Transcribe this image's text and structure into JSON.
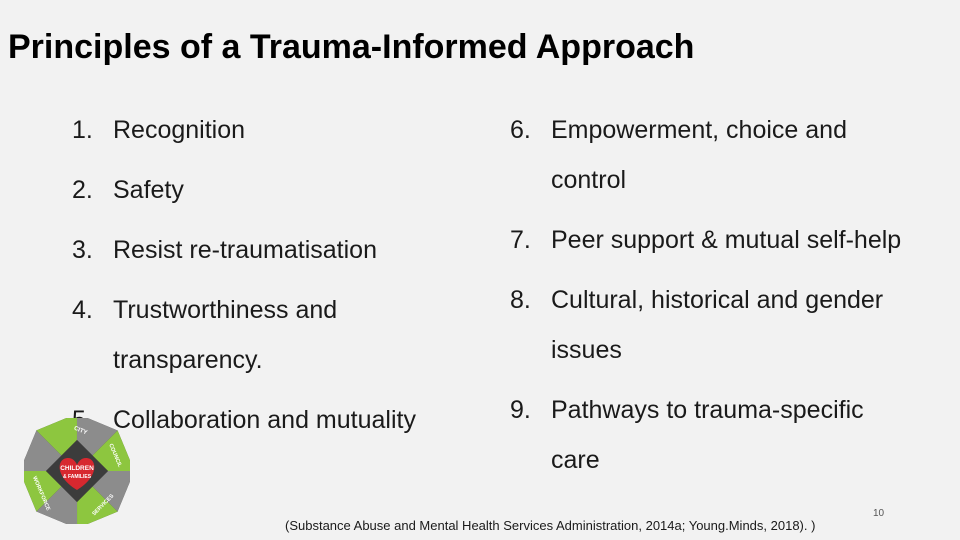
{
  "slide": {
    "title": "Principles of a Trauma-Informed Approach",
    "left_items": [
      {
        "num": "1.",
        "text": "Recognition"
      },
      {
        "num": "2.",
        "text": "Safety"
      },
      {
        "num": "3.",
        "text": "Resist re-traumatisation"
      },
      {
        "num": "4.",
        "text": "Trustworthiness and transparency."
      },
      {
        "num": "5.",
        "text": "Collaboration and mutuality"
      }
    ],
    "right_items": [
      {
        "num": "6.",
        "text": "Empowerment, choice and control"
      },
      {
        "num": "7.",
        "text": "Peer support & mutual self-help"
      },
      {
        "num": "8.",
        "text": "Cultural, historical and gender issues"
      },
      {
        "num": "9.",
        "text": "Pathways to trauma-specific care"
      }
    ],
    "citation": "(Substance Abuse and Mental Health Services Administration, 2014a; Young.Minds, 2018). )",
    "page_number": "10",
    "logo": {
      "center_text_1": "CHILDREN",
      "center_text_2": "& FAMILIES",
      "segment_texts": [
        "CITY",
        "COUNCIL",
        "SERVICES",
        "WORKFORCE"
      ],
      "colors": {
        "grey": "#8c8c8c",
        "green": "#8dc63f",
        "dark": "#3c3c3c",
        "heart": "#d7282f"
      }
    }
  }
}
